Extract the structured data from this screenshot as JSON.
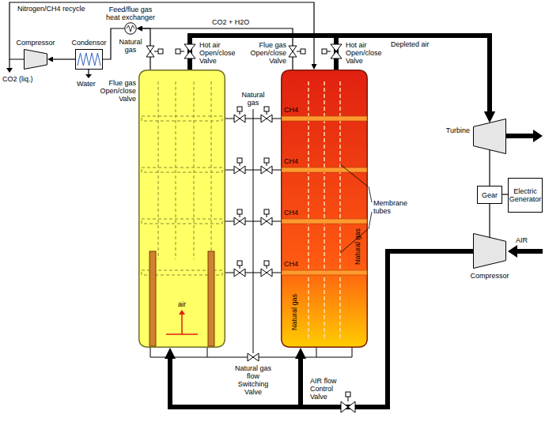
{
  "diagram": {
    "nodes": [
      {
        "text": [
          "Compressor"
        ]
      },
      {
        "text": [
          "Feed/flue gas heat exchanger"
        ]
      },
      {
        "text": [
          "Condensor"
        ]
      },
      {
        "text": [
          "air"
        ]
      },
      {
        "text": [
          "CH4",
          "CH4",
          "CH4",
          "CH4",
          "Natural gas",
          "Natural gas"
        ]
      },
      {
        "text": [
          "Turbine"
        ]
      },
      {
        "text": [
          "Gear"
        ]
      },
      {
        "text": [
          "Electric Generator"
        ]
      },
      {
        "text": [
          "Compressor"
        ]
      }
    ],
    "edges": [
      {
        "from": 1,
        "to": 2,
        "arrow": "none"
      },
      {
        "from": 2,
        "to": 0,
        "arrow": "to"
      },
      {
        "from": 0,
        "to": 4,
        "arrow": "to"
      },
      {
        "from": 3,
        "to": 1,
        "arrow": "to"
      },
      {
        "from": 4,
        "to": 1,
        "arrow": "to"
      },
      {
        "from": 3,
        "to": 5,
        "arrow": "to"
      },
      {
        "from": 4,
        "to": 5,
        "arrow": "to"
      },
      {
        "from": 6,
        "to": 5,
        "arrow": "none"
      },
      {
        "from": 6,
        "to": 7,
        "arrow": "none"
      },
      {
        "from": 6,
        "to": 8,
        "arrow": "none"
      },
      {
        "from": 8,
        "to": 3,
        "arrow": "to"
      },
      {
        "from": 8,
        "to": 4,
        "arrow": "to"
      }
    ],
    "labels": [
      "Nitrogen/CH4 recycle",
      "CO2 (liq.)",
      "Natural gas",
      "Water",
      "Flue gas Open/close Valve",
      "Hot air Open/close Valve",
      "CO2 + H2O",
      "Flue gas Open/close Valve",
      "Hot air Open/close Valve",
      "Natural gas",
      "Membrane tubes",
      "Depleted air",
      "AIR",
      "Natural gas flow Switching Valve",
      "AIR flow Control Valve"
    ]
  }
}
